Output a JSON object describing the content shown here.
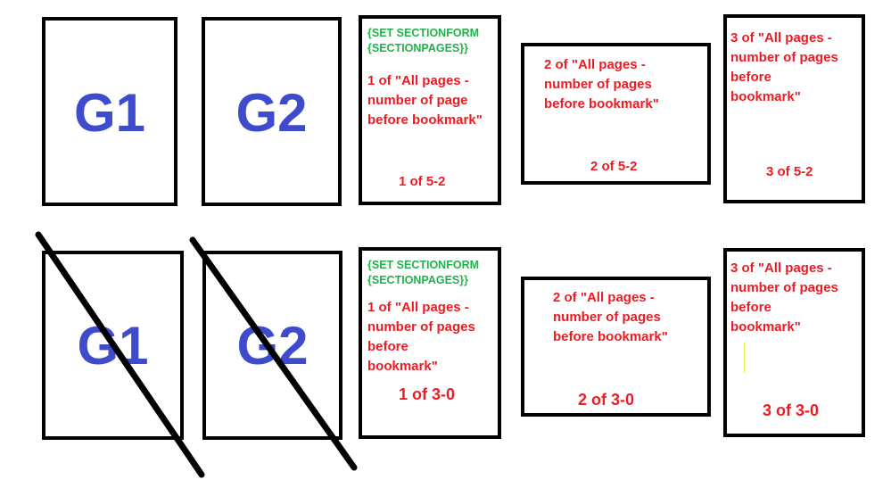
{
  "colors": {
    "border": "#000000",
    "g_label": "#3d4bcc",
    "field_code": "#22b14c",
    "annotation": "#ed1c24",
    "strike_line": "#000000"
  },
  "top_row": {
    "pages": [
      {
        "label": "G1"
      },
      {
        "label": "G2"
      },
      {
        "code_line1": "{SET SECTIONFORM",
        "code_line2": "{SECTIONPAGES}}",
        "desc_lines": [
          "1 of \"All pages -",
          "number of page",
          "before bookmark\""
        ],
        "footer": "1 of 5-2"
      },
      {
        "desc_lines": [
          "2 of \"All pages -",
          "number of pages",
          "before bookmark\""
        ],
        "footer": "2 of 5-2"
      },
      {
        "desc_lines": [
          "3 of \"All pages -",
          "number of pages",
          "before",
          "bookmark\""
        ],
        "footer": "3 of 5-2"
      }
    ]
  },
  "bottom_row": {
    "pages": [
      {
        "label": "G1",
        "struck_out": true
      },
      {
        "label": "G2",
        "struck_out": true
      },
      {
        "code_line1": "{SET SECTIONFORM",
        "code_line2": "{SECTIONPAGES}}",
        "desc_lines": [
          "1 of \"All pages -",
          "number of pages",
          "before",
          "bookmark\""
        ],
        "footer": "1 of 3-0"
      },
      {
        "desc_lines": [
          "2 of \"All pages -",
          "number of pages",
          "before bookmark\""
        ],
        "footer": "2 of 3-0"
      },
      {
        "desc_lines": [
          "3 of \"All pages -",
          "number of pages",
          "before",
          "bookmark\""
        ],
        "footer": "3 of 3-0"
      }
    ]
  }
}
